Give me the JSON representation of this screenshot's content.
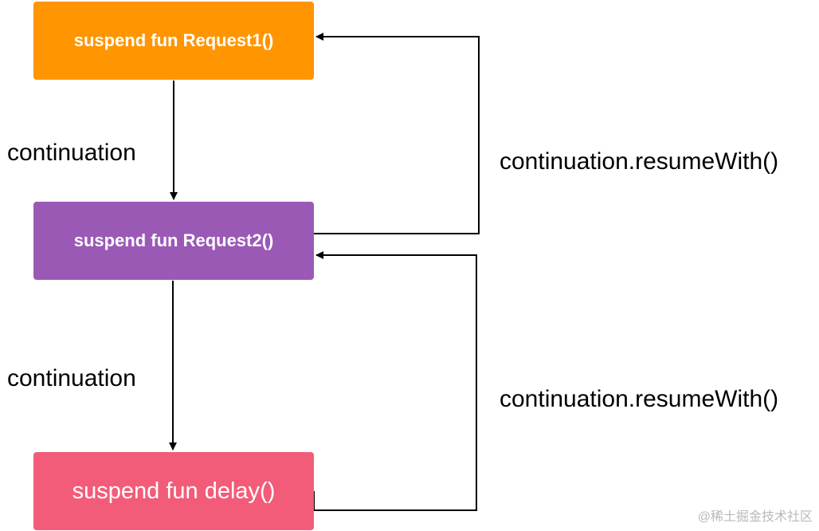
{
  "nodes": {
    "request1": {
      "label": "suspend fun Request1()",
      "color": "#FF9500"
    },
    "request2": {
      "label": "suspend fun Request2()",
      "color": "#9B59B6"
    },
    "delay": {
      "label": "suspend fun delay()",
      "color": "#F25C78"
    }
  },
  "edges": {
    "continuation_1": {
      "label": "continuation",
      "from": "request1",
      "to": "request2"
    },
    "continuation_2": {
      "label": "continuation",
      "from": "request2",
      "to": "delay"
    },
    "resume_1": {
      "label": "continuation.resumeWith()",
      "from": "request2",
      "to": "request1"
    },
    "resume_2": {
      "label": "continuation.resumeWith()",
      "from": "delay",
      "to": "request2"
    }
  },
  "watermark": "@稀土掘金技术社区"
}
